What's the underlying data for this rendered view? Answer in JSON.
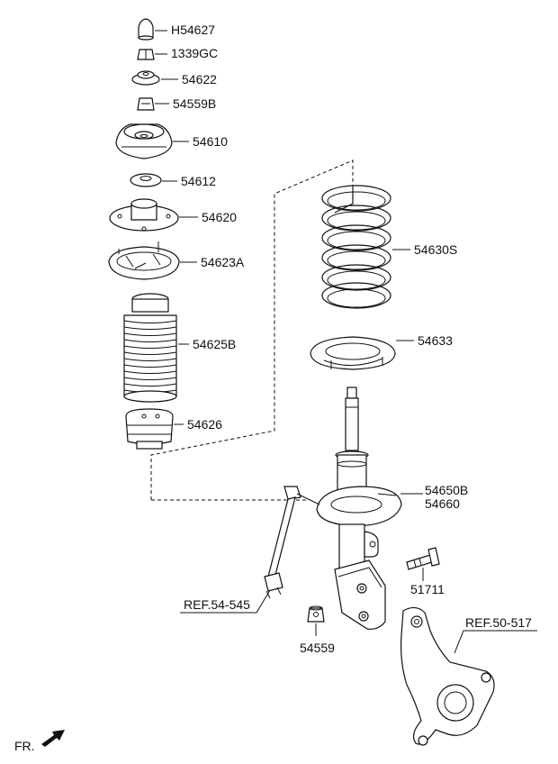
{
  "parts": {
    "p_h54627": "H54627",
    "p_1339gc": "1339GC",
    "p_54622": "54622",
    "p_54559b": "54559B",
    "p_54610": "54610",
    "p_54612": "54612",
    "p_54620": "54620",
    "p_54623a": "54623A",
    "p_54625b": "54625B",
    "p_54626": "54626",
    "p_54630s": "54630S",
    "p_54633": "54633",
    "p_54650b": "54650B",
    "p_54660": "54660",
    "p_51711": "51711",
    "p_54559": "54559"
  },
  "refs": {
    "ref_54_545": "REF.54-545",
    "ref_50_517": "REF.50-517"
  },
  "direction": {
    "label": "FR."
  }
}
